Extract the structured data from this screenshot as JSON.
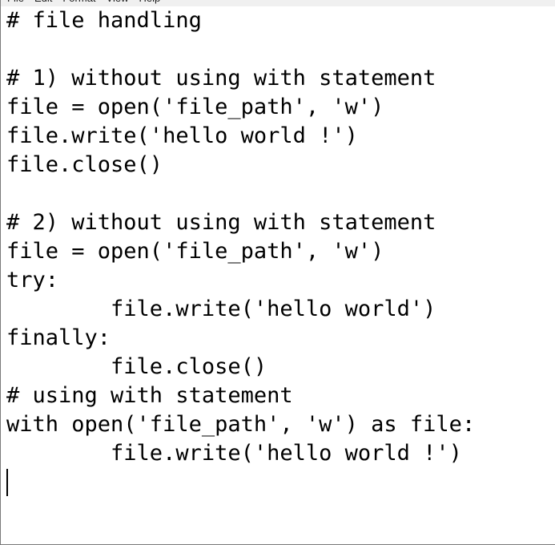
{
  "menubar": {
    "items": [
      {
        "label": "File"
      },
      {
        "label": "Edit"
      },
      {
        "label": "Format"
      },
      {
        "label": "View"
      },
      {
        "label": "Help"
      }
    ]
  },
  "editor": {
    "lines": [
      "# file handling",
      "",
      "# 1) without using with statement",
      "file = open('file_path', 'w')",
      "file.write('hello world !')",
      "file.close()",
      "",
      "# 2) without using with statement",
      "file = open('file_path', 'w')",
      "try:",
      "        file.write('hello world')",
      "finally:",
      "        file.close()",
      "# using with statement",
      "with open('file_path', 'w') as file:",
      "        file.write('hello world !')",
      ""
    ],
    "caret_line_index": 16
  },
  "colors": {
    "text": "#000000",
    "background": "#ffffff",
    "menubar_background": "#f0f0f0",
    "window_border": "#7a7a7a"
  }
}
